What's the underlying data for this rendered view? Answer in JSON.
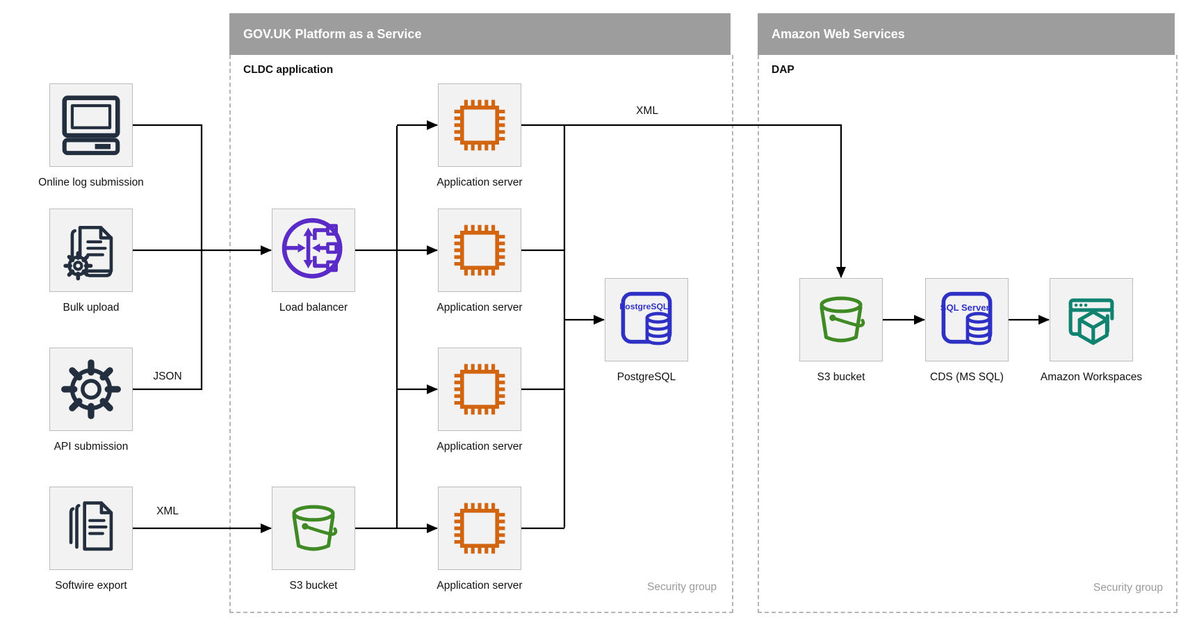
{
  "containers": {
    "govuk": {
      "title": "GOV.UK Platform as a Service",
      "subtitle": "CLDC application",
      "footer": "Security group"
    },
    "aws": {
      "title": "Amazon Web Services",
      "subtitle": "DAP",
      "footer": "Security group"
    }
  },
  "nodes": {
    "online_log": {
      "label": "Online log submission"
    },
    "bulk_upload": {
      "label": "Bulk upload"
    },
    "api_submission": {
      "label": "API submission"
    },
    "softwire_export": {
      "label": "Softwire export"
    },
    "load_balancer": {
      "label": "Load balancer"
    },
    "s3_mid": {
      "label": "S3 bucket"
    },
    "app1": {
      "label": "Application server"
    },
    "app2": {
      "label": "Application server"
    },
    "app3": {
      "label": "Application server"
    },
    "app4": {
      "label": "Application server"
    },
    "postgresql": {
      "label": "PostgreSQL",
      "icon_text": "PostgreSQL"
    },
    "s3_aws": {
      "label": "S3 bucket"
    },
    "cds": {
      "label": "CDS (MS SQL)",
      "icon_text": "SQL Server"
    },
    "workspaces": {
      "label": "Amazon Workspaces"
    }
  },
  "edge_labels": {
    "json_api_to_lb": "JSON",
    "xml_softwire_to_s3": "XML",
    "xml_app_to_aws": "XML"
  },
  "edges": [
    {
      "from": "Online log submission",
      "to": "Load balancer",
      "label": ""
    },
    {
      "from": "Bulk upload",
      "to": "Load balancer",
      "label": ""
    },
    {
      "from": "API submission",
      "to": "Load balancer",
      "label": "JSON"
    },
    {
      "from": "Softwire export",
      "to": "S3 bucket (GOV.UK PaaS)",
      "label": "XML"
    },
    {
      "from": "Load balancer",
      "to": "Application server (1-3)",
      "label": ""
    },
    {
      "from": "S3 bucket (GOV.UK PaaS)",
      "to": "Application server (4)",
      "label": ""
    },
    {
      "from": "Application servers",
      "to": "PostgreSQL",
      "label": ""
    },
    {
      "from": "Application server (1)",
      "to": "S3 bucket (AWS)",
      "label": "XML"
    },
    {
      "from": "S3 bucket (AWS)",
      "to": "CDS (MS SQL)",
      "label": ""
    },
    {
      "from": "CDS (MS SQL)",
      "to": "Amazon Workspaces",
      "label": ""
    }
  ],
  "colors": {
    "header_gray": "#9d9d9d",
    "dashed_border": "#b5b5b5",
    "node_fill": "#f2f2f2",
    "node_border": "#bcbcbc",
    "icon_navy": "#232f3e",
    "icon_orange": "#d2650f",
    "icon_purple": "#5a2bc6",
    "icon_green": "#3f8a24",
    "icon_blue": "#2f31c5",
    "icon_teal": "#0f8270",
    "edge_black": "#000000",
    "muted_text": "#9a9a9a"
  }
}
